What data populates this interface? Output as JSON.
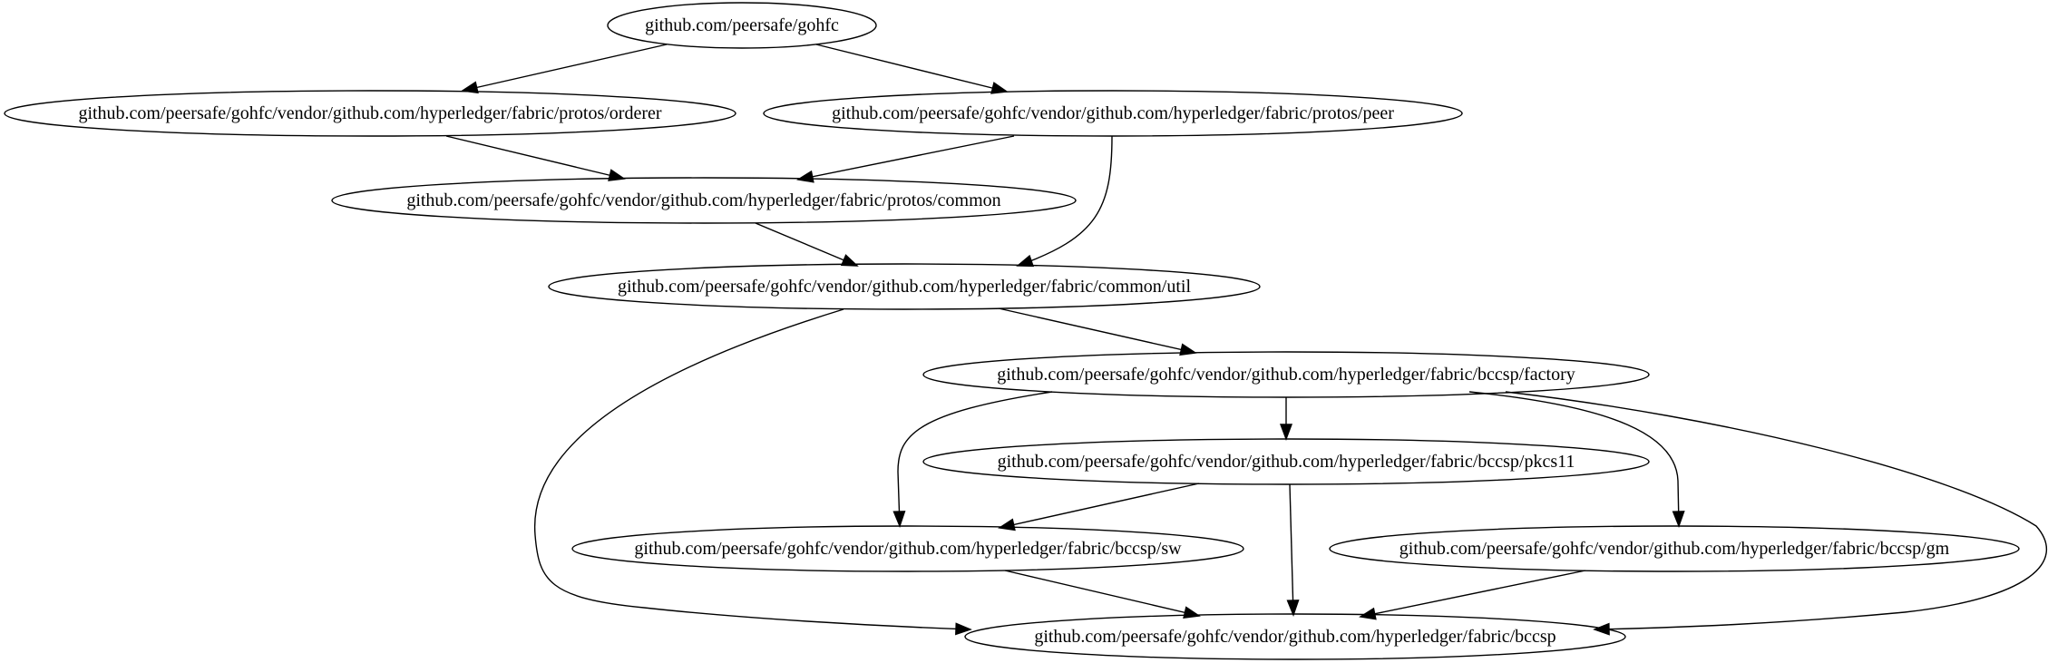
{
  "graph": {
    "nodes": [
      {
        "id": "gohfc",
        "label": "github.com/peersafe/gohfc"
      },
      {
        "id": "orderer",
        "label": "github.com/peersafe/gohfc/vendor/github.com/hyperledger/fabric/protos/orderer"
      },
      {
        "id": "peer",
        "label": "github.com/peersafe/gohfc/vendor/github.com/hyperledger/fabric/protos/peer"
      },
      {
        "id": "common",
        "label": "github.com/peersafe/gohfc/vendor/github.com/hyperledger/fabric/protos/common"
      },
      {
        "id": "util",
        "label": "github.com/peersafe/gohfc/vendor/github.com/hyperledger/fabric/common/util"
      },
      {
        "id": "factory",
        "label": "github.com/peersafe/gohfc/vendor/github.com/hyperledger/fabric/bccsp/factory"
      },
      {
        "id": "pkcs11",
        "label": "github.com/peersafe/gohfc/vendor/github.com/hyperledger/fabric/bccsp/pkcs11"
      },
      {
        "id": "sw",
        "label": "github.com/peersafe/gohfc/vendor/github.com/hyperledger/fabric/bccsp/sw"
      },
      {
        "id": "gm",
        "label": "github.com/peersafe/gohfc/vendor/github.com/hyperledger/fabric/bccsp/gm"
      },
      {
        "id": "bccsp",
        "label": "github.com/peersafe/gohfc/vendor/github.com/hyperledger/fabric/bccsp"
      }
    ],
    "edges": [
      {
        "from": "gohfc",
        "to": "orderer"
      },
      {
        "from": "gohfc",
        "to": "peer"
      },
      {
        "from": "orderer",
        "to": "common"
      },
      {
        "from": "peer",
        "to": "common"
      },
      {
        "from": "peer",
        "to": "util"
      },
      {
        "from": "common",
        "to": "util"
      },
      {
        "from": "util",
        "to": "factory"
      },
      {
        "from": "util",
        "to": "bccsp"
      },
      {
        "from": "factory",
        "to": "pkcs11"
      },
      {
        "from": "factory",
        "to": "sw"
      },
      {
        "from": "factory",
        "to": "gm"
      },
      {
        "from": "factory",
        "to": "bccsp"
      },
      {
        "from": "pkcs11",
        "to": "sw"
      },
      {
        "from": "pkcs11",
        "to": "bccsp"
      },
      {
        "from": "sw",
        "to": "bccsp"
      },
      {
        "from": "gm",
        "to": "bccsp"
      }
    ]
  }
}
